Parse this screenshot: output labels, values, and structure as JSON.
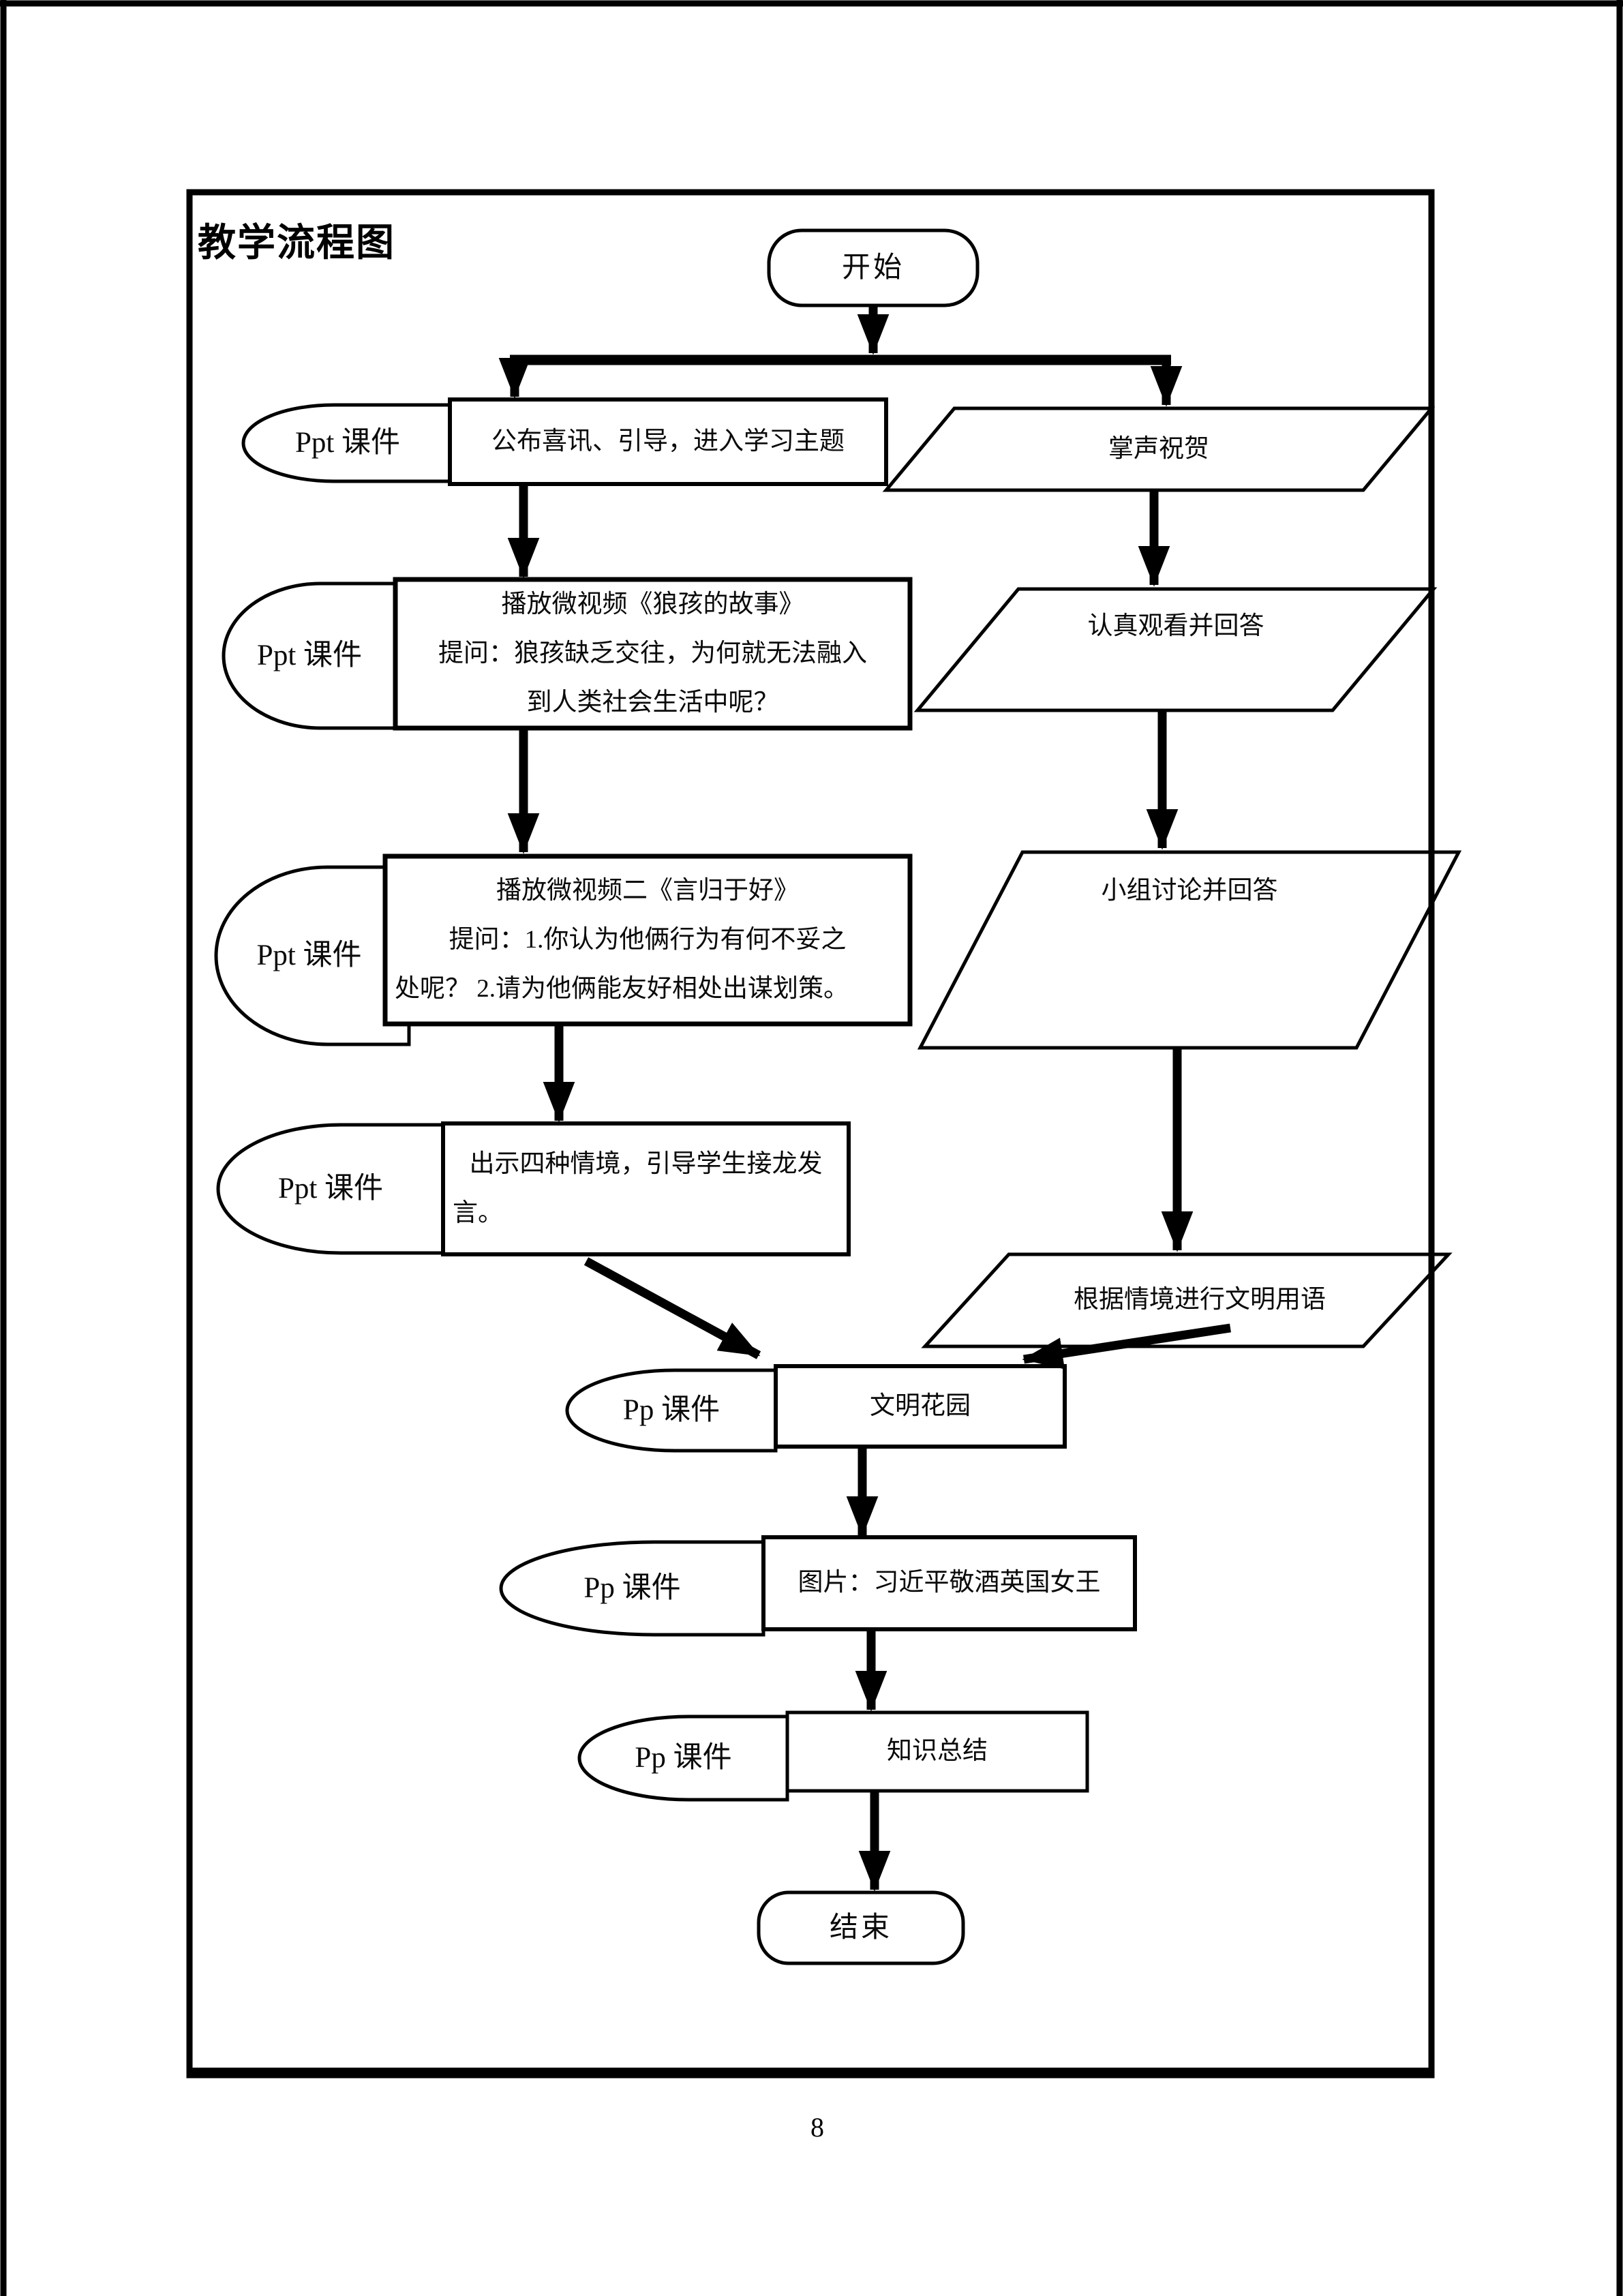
{
  "title": "教学流程图",
  "page_number": "8",
  "colors": {
    "ink": "#000000",
    "paper": "#ffffff"
  },
  "flowchart": {
    "start": "开始",
    "end": "结束",
    "left_column": [
      {
        "tag": "Ppt 课件",
        "lines": [
          "公布喜讯、引导，进入学习主题"
        ]
      },
      {
        "tag": "Ppt 课件",
        "lines": [
          "播放微视频《狼孩的故事》",
          "提问：狼孩缺乏交往，为何就无法融入",
          "到人类社会生活中呢？"
        ]
      },
      {
        "tag": "Ppt 课件",
        "lines": [
          "播放微视频二《言归于好》",
          "提问：1.你认为他俩行为有何不妥之",
          "处呢？ 2.请为他俩能友好相处出谋划策。"
        ]
      },
      {
        "tag": "Ppt 课件",
        "lines": [
          "出示四种情境，引导学生接龙发",
          "言。"
        ]
      }
    ],
    "right_column": [
      "掌声祝贺",
      "认真观看并回答",
      "小组讨论并回答",
      "根据情境进行文明用语"
    ],
    "center_column": [
      {
        "tag": "Pp 课件",
        "text": "文明花园"
      },
      {
        "tag": "Pp 课件",
        "text": "图片：习近平敬酒英国女王"
      },
      {
        "tag": "Pp 课件",
        "text": "知识总结"
      }
    ]
  }
}
